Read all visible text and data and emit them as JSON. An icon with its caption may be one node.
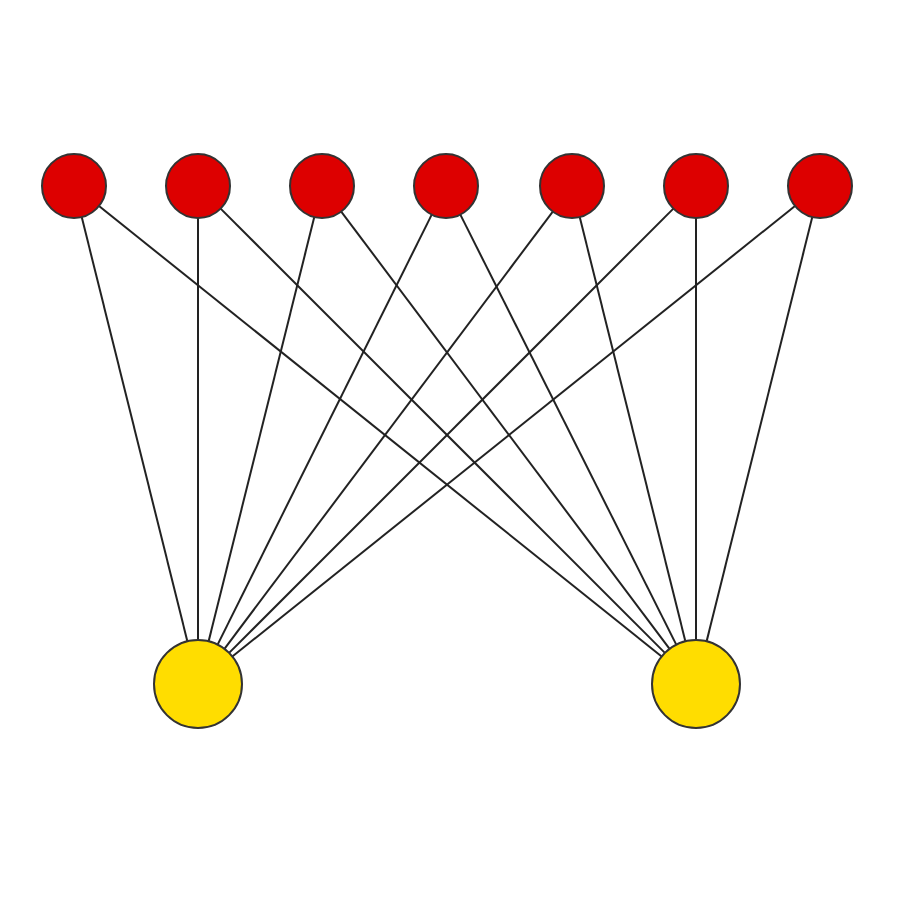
{
  "diagram": {
    "nodes": [
      {
        "text": [],
        "shape": "circle"
      },
      {
        "text": [],
        "shape": "circle"
      },
      {
        "text": [],
        "shape": "circle"
      },
      {
        "text": [],
        "shape": "circle"
      },
      {
        "text": [],
        "shape": "circle"
      },
      {
        "text": [],
        "shape": "circle"
      },
      {
        "text": [],
        "shape": "circle"
      },
      {
        "text": [],
        "shape": "circle"
      },
      {
        "text": [],
        "shape": "circle"
      }
    ],
    "edges": [
      {
        "from": 0,
        "to": 7,
        "arrow": "none"
      },
      {
        "from": 0,
        "to": 8,
        "arrow": "none"
      },
      {
        "from": 1,
        "to": 7,
        "arrow": "none"
      },
      {
        "from": 1,
        "to": 8,
        "arrow": "none"
      },
      {
        "from": 2,
        "to": 7,
        "arrow": "none"
      },
      {
        "from": 2,
        "to": 8,
        "arrow": "none"
      },
      {
        "from": 3,
        "to": 7,
        "arrow": "none"
      },
      {
        "from": 3,
        "to": 8,
        "arrow": "none"
      },
      {
        "from": 4,
        "to": 7,
        "arrow": "none"
      },
      {
        "from": 4,
        "to": 8,
        "arrow": "none"
      },
      {
        "from": 5,
        "to": 7,
        "arrow": "none"
      },
      {
        "from": 5,
        "to": 8,
        "arrow": "none"
      },
      {
        "from": 6,
        "to": 7,
        "arrow": "none"
      },
      {
        "from": 6,
        "to": 8,
        "arrow": "none"
      }
    ]
  }
}
